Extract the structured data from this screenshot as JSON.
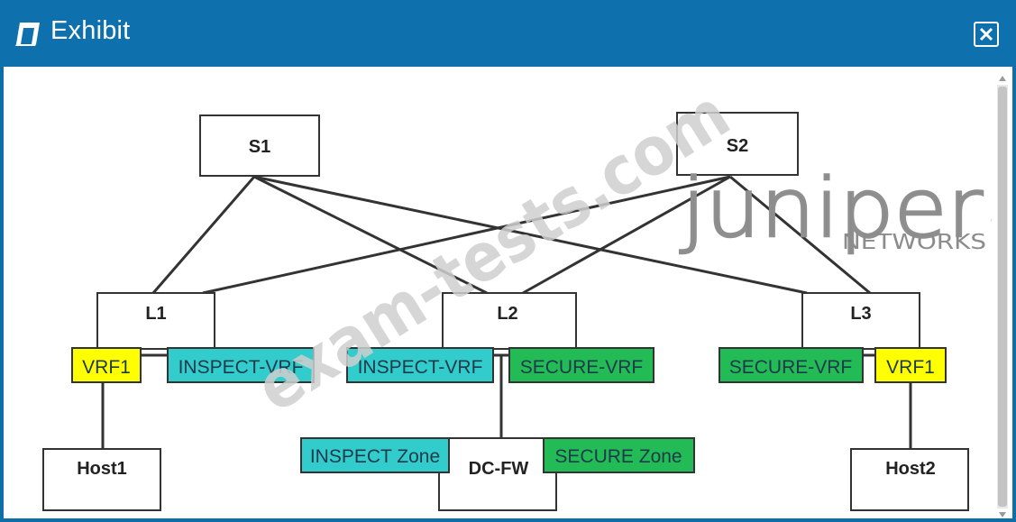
{
  "window": {
    "title": "Exhibit",
    "title_icon": "exhibit-book-icon",
    "close_icon": "close-icon"
  },
  "diagram": {
    "nodes": {
      "s1": "S1",
      "s2": "S2",
      "l1": "L1",
      "l2": "L2",
      "l3": "L3",
      "host1": "Host1",
      "host2": "Host2",
      "dcfw": "DC-FW"
    },
    "tags": {
      "l1_vrf1": "VRF1",
      "l1_inspect": "INSPECT-VRF",
      "l2_inspect": "INSPECT-VRF",
      "l2_secure": "SECURE-VRF",
      "l3_secure": "SECURE-VRF",
      "l3_vrf1": "VRF1",
      "fw_inspect_zone": "INSPECT Zone",
      "fw_secure_zone": "SECURE Zone"
    },
    "colors": {
      "vrf1": "#ffff00",
      "inspect": "#33cccc",
      "secure": "#22bb55",
      "line": "#333333"
    }
  },
  "watermark": {
    "text": "exam-tests.com"
  },
  "brand": {
    "name": "JUNIPER",
    "sub": "NETWORKS",
    "mark": "®"
  }
}
